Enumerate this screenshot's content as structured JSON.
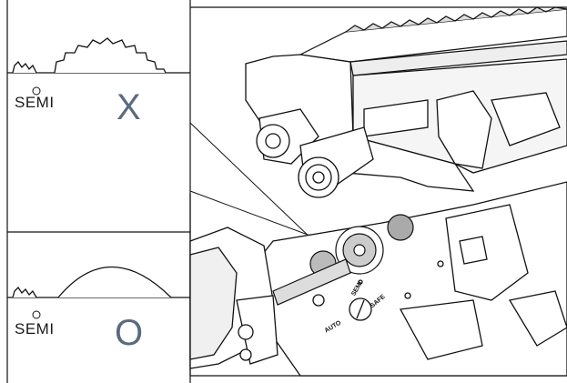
{
  "panels": {
    "top": {
      "mode_label": "SEMI",
      "result_mark": "X",
      "mark_color": "#5a6b80"
    },
    "bottom": {
      "mode_label": "SEMI",
      "result_mark": "O",
      "mark_color": "#5a6b80"
    }
  },
  "receiver_markings": {
    "semi": "SEMI",
    "safe": "SAFE",
    "auto": "AUTO"
  }
}
